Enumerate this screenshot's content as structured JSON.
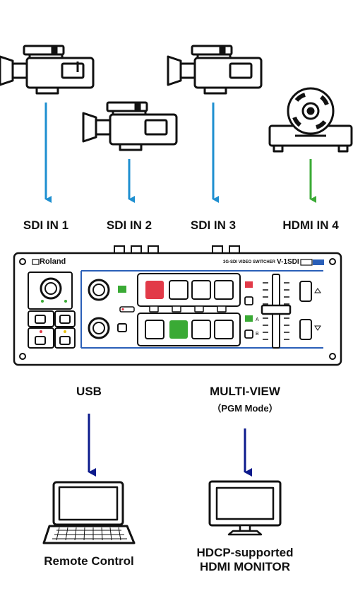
{
  "inputs": [
    "SDI IN 1",
    "SDI IN 2",
    "SDI IN 3",
    "HDMI IN 4"
  ],
  "device": {
    "brand": "Roland",
    "model_caption": "3G-SDI VIDEO SWITCHER",
    "model": "V-1SDI"
  },
  "outputs": {
    "usb": "USB",
    "multiview": "MULTI-VIEW",
    "multiview_mode": "（PGM Mode）",
    "remote": "Remote Control",
    "monitor_line1": "HDCP-supported",
    "monitor_line2": "HDMI MONITOR"
  },
  "colors": {
    "sdi_arrow": "#1e8fd0",
    "hdmi_arrow": "#3aaa35",
    "out_arrow": "#0c1a8c",
    "device_line": "#2a5fb8",
    "btn_red": "#e23a48",
    "btn_green": "#3aaa35"
  }
}
